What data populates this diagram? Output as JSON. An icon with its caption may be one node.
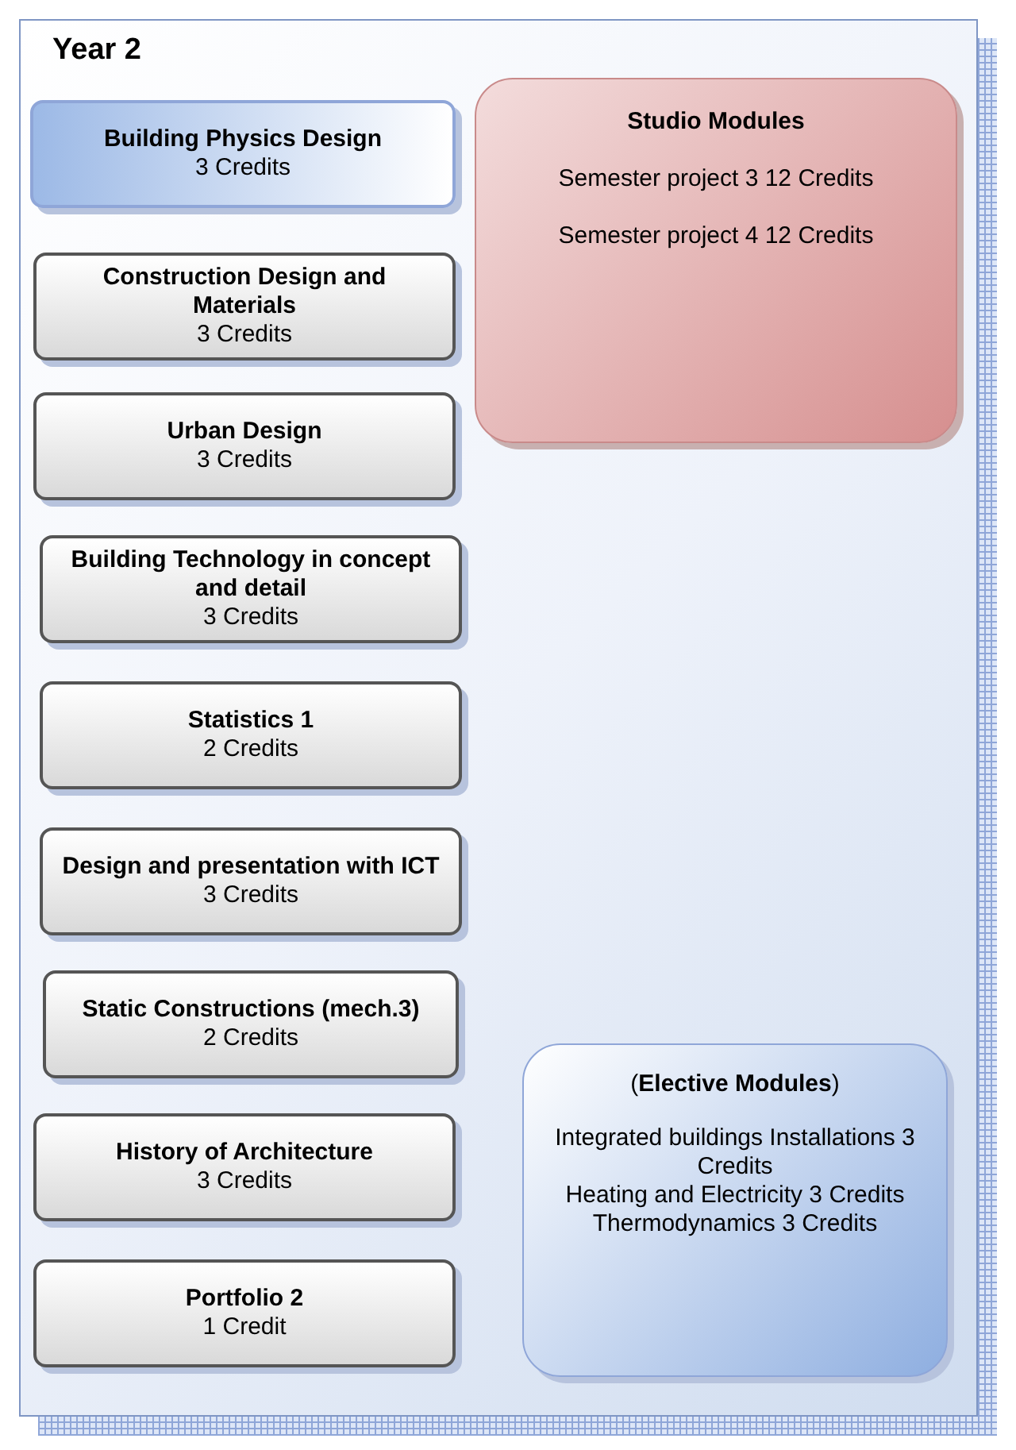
{
  "diagram": {
    "nodes": [
      {
        "text": [
          "Year 2"
        ]
      },
      {
        "text": [
          "Building Physics Design",
          "3 Credits"
        ],
        "in": 0
      },
      {
        "text": [
          "Construction Design and Materials",
          "3 Credits"
        ],
        "in": 0
      },
      {
        "text": [
          "Urban Design",
          "3 Credits"
        ],
        "in": 0
      },
      {
        "text": [
          "Building Technology in concept and detail",
          "3 Credits"
        ],
        "in": 0
      },
      {
        "text": [
          "Statistics 1",
          "2 Credits"
        ],
        "in": 0
      },
      {
        "text": [
          "Design and presentation with ICT",
          "3 Credits"
        ],
        "in": 0
      },
      {
        "text": [
          "Static Constructions (mech.3)",
          "2 Credits"
        ],
        "in": 0
      },
      {
        "text": [
          "History of Architecture",
          "3 Credits"
        ],
        "in": 0
      },
      {
        "text": [
          "Portfolio 2",
          "1 Credit"
        ],
        "in": 0
      },
      {
        "text": [
          "Studio Modules",
          "Semester project 3 12 Credits",
          "Semester project 4 12 Credits"
        ],
        "in": 0
      },
      {
        "text": [
          "(**Elective Modules**)",
          "Integrated buildings Installations 3 Credits",
          "Heating and Electricity 3 Credits",
          "Thermodynamics 3 Credits"
        ],
        "in": 0
      }
    ]
  }
}
